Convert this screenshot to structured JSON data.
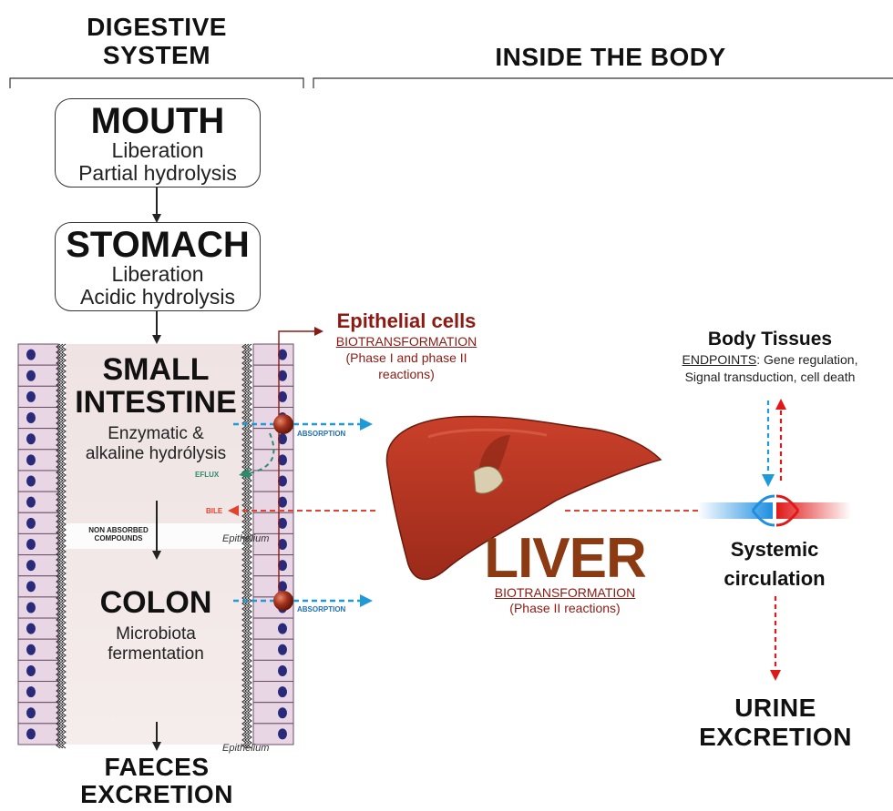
{
  "headers": {
    "digestive": [
      "DIGESTIVE",
      "SYSTEM"
    ],
    "inside": "INSIDE THE BODY"
  },
  "mouth": {
    "title": "MOUTH",
    "line1": "Liberation",
    "line2": "Partial hydrolysis"
  },
  "stomach": {
    "title": "STOMACH",
    "line1": "Liberation",
    "line2": "Acidic hydrolysis"
  },
  "small_intestine": {
    "title1": "SMALL",
    "title2": "INTESTINE",
    "line1": "Enzymatic &",
    "line2": "alkaline hydrólysis"
  },
  "colon": {
    "title": "COLON",
    "line1": "Microbiota",
    "line2": "fermentation"
  },
  "faeces": [
    "FAECES",
    "EXCRETION"
  ],
  "non_absorbed": [
    "NON ABSORBED",
    "COMPOUNDS"
  ],
  "epithelium_label": "Epithelium",
  "flows": {
    "absorption": "ABSORPTION",
    "eflux": "EFLUX",
    "bile": "BILE"
  },
  "epithelial_cells": {
    "title": "Epithelial cells",
    "sub": "BIOTRANSFORMATION",
    "note1": "(Phase I and phase II",
    "note2": "reactions)"
  },
  "liver": {
    "title": "LIVER",
    "sub": "BIOTRANSFORMATION",
    "note": "(Phase II reactions)"
  },
  "body_tissues": {
    "title": "Body Tissues",
    "endpoints_label": "ENDPOINTS",
    "endpoints_text1": ": Gene regulation,",
    "endpoints_text2": "Signal transduction, cell death"
  },
  "systemic": [
    "Systemic",
    "circulation"
  ],
  "urine": [
    "URINE",
    "EXCRETION"
  ],
  "colors": {
    "absorption_blue": "#1e9ad8",
    "bile_red": "#e0442e",
    "eflux_green": "#2e8a6e",
    "circulation_red": "#e01818",
    "liver_brown": "#8b3a12",
    "epithelial_title": "#8b1a12"
  }
}
